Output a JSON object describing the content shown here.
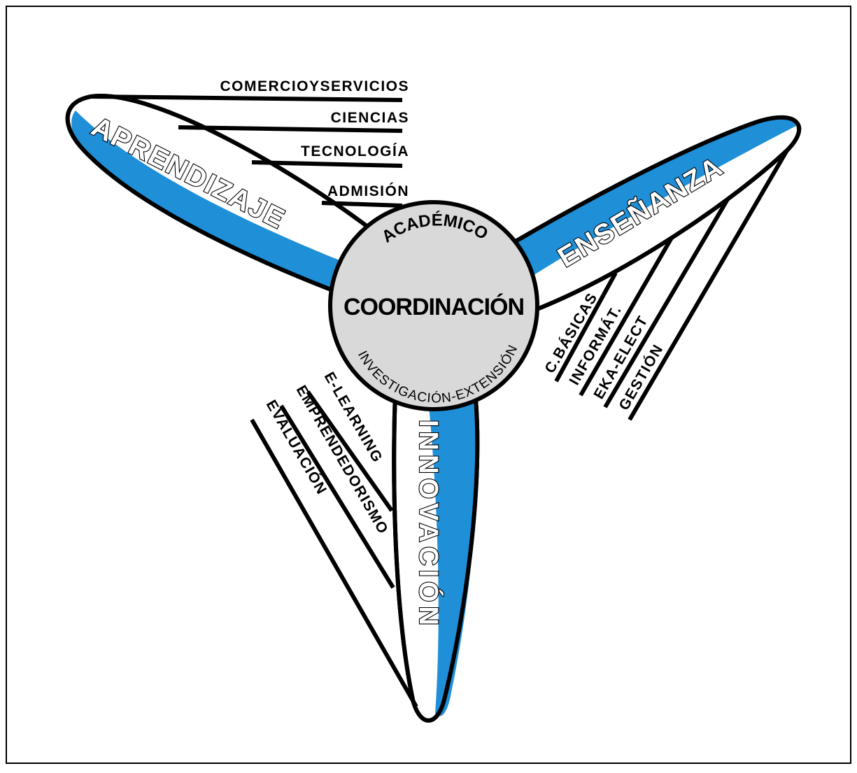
{
  "colors": {
    "blade_blue": "#1f8fd8",
    "hub_gray": "#d9d9d9",
    "outline": "#000000",
    "frame": "#000000"
  },
  "hub": {
    "top": "ACADÉMICO",
    "center": "COORDINACIÓN",
    "bottom": "INVESTIGACIÓN-EXTENSIÓN"
  },
  "blades": {
    "aprendizaje": {
      "title": "APRENDIZAJE",
      "branches": [
        "COMERCIOYSERVICIOS",
        "CIENCIAS",
        "TECNOLOGÍA",
        "ADMISIÓN"
      ]
    },
    "ensenanza": {
      "title": "ENSEÑANZA",
      "branches": [
        "C.BÁSICAS",
        "INFORMÁT.",
        "EKA-ELECT",
        "GESTIÓN"
      ]
    },
    "innovacion": {
      "title": "INNOVACIÓN",
      "branches": [
        "E-LEARNING",
        "EMPRENDEDORISMO",
        "EVALUACIÓN"
      ]
    }
  }
}
